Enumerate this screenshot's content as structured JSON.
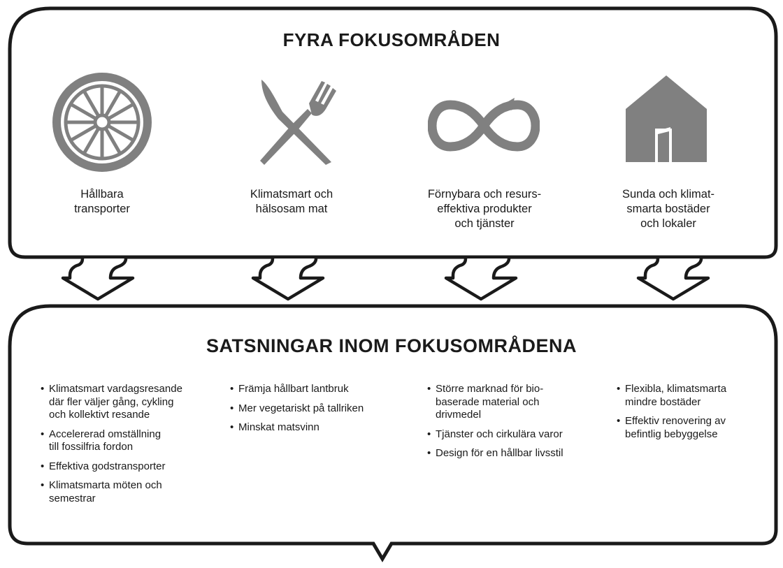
{
  "top_title": "FYRA FOKUSOMRÅDEN",
  "focus_areas": [
    {
      "icon": "wheel-icon",
      "label": "Hållbara\ntransporter"
    },
    {
      "icon": "fork-knife-icon",
      "label": "Klimatsmart och\nhälsosam mat"
    },
    {
      "icon": "infinity-loop-icon",
      "label": "Förnybara och resurs-\neffektiva produkter\noch tjänster"
    },
    {
      "icon": "house-icon",
      "label": "Sunda och klimat-\nsmarta bostäder\noch lokaler"
    }
  ],
  "bottom_title": "SATSNINGAR INOM FOKUSOMRÅDENA",
  "initiatives": [
    [
      "Klimatsmart vardagsresande\ndär fler väljer gång, cykling\noch kollektivt resande",
      "Accelererad omställning\ntill fossilfria fordon",
      "Effektiva godstransporter",
      "Klimatsmarta möten och\nsemestrar"
    ],
    [
      "Främja hållbart lantbruk",
      "Mer vegetariskt på tallriken",
      "Minskat matsvinn"
    ],
    [
      "Större marknad för bio-\nbaserade material och\ndrivmedel",
      "Tjänster och cirkulära varor",
      "Design för en hållbar livsstil"
    ],
    [
      "Flexibla, klimatsmarta\nmindre bostäder",
      "Effektiv renovering av\nbefintlig bebyggelse"
    ]
  ],
  "colors": {
    "outline": "#1a1a1a",
    "icon": "#808080",
    "background": "#ffffff"
  }
}
